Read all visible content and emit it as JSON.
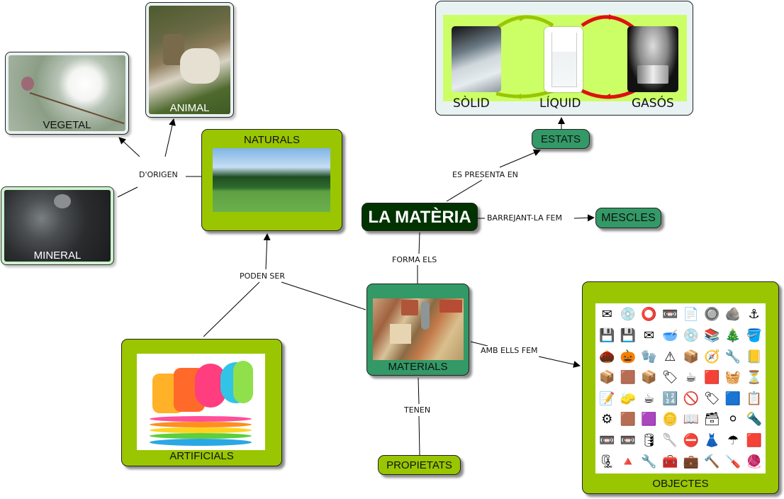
{
  "title": "LA MATÈRIA",
  "nodes": {
    "central": "LA MATÈRIA",
    "estats": "ESTATS",
    "mescles": "MESCLES",
    "materials": "MATERIALS",
    "naturals": "NATURALS",
    "artificials": "ARTIFICIALS",
    "propietats": "PROPIETATS",
    "objectes": "OBJECTES",
    "vegetal": "VEGETAL",
    "animal": "ANIMAL",
    "mineral": "MINERAL"
  },
  "states_panel": {
    "states": [
      "SÒLID",
      "LÍQUID",
      "GASÓS"
    ],
    "images": [
      "ice-cube-image",
      "water-glass-image",
      "boiling-pot-image"
    ],
    "arrow_colors": {
      "solid_liquid": "#99c600",
      "liquid_gas": "#dd1111"
    }
  },
  "link_labels": {
    "es_presenta_en": "ES PRESENTA EN",
    "barrejant": "BARREJANT-LA FEM",
    "forma_els": "FORMA ELS",
    "amb_ells_fem": "AMB ELLS FEM",
    "tenen": "TENEN",
    "poden_ser": "PODEN SER",
    "d_origen": "D'ORIGEN"
  },
  "objects_grid": [
    "✉",
    "💿",
    "⭕",
    "📼",
    "📄",
    "🔘",
    "🪨",
    "⚓",
    "💾",
    "💾",
    "✉",
    "🥣",
    "💿",
    "📚",
    "🎄",
    "🪣",
    "🌰",
    "🎃",
    "🧤",
    "⚠",
    "📦",
    "🧭",
    "🔧",
    "📒",
    "📦",
    "🟫",
    "📦",
    "🏷",
    "☕",
    "🟥",
    "🧺",
    "⏳",
    "📝",
    "🧽",
    "☕",
    "🔢",
    "🚫",
    "🏷",
    "🟦",
    "📋",
    "⚙",
    "🟫",
    "🟪",
    "🪙",
    "📖",
    "🗃",
    "⚪",
    "🔦",
    "📼",
    "📼",
    "🛢",
    "🥄",
    "⛔",
    "👗",
    "☂",
    "🟥",
    "🗜",
    "🔺",
    "🔧",
    "🧰",
    "💼",
    "🔨",
    "🪛",
    "🧶"
  ],
  "colors": {
    "lime": "#99c600",
    "teal_green": "#339966",
    "dark_green": "#003300",
    "panel_bg": "#e9f2f2",
    "states_bg": "#ccff66"
  }
}
